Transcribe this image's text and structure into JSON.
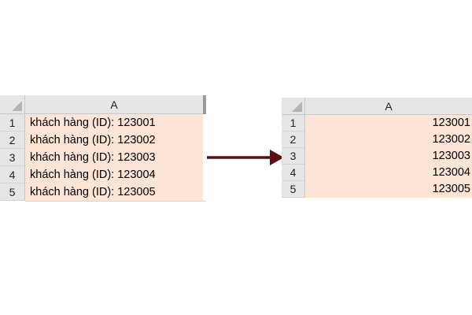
{
  "left_sheet": {
    "column_header": "A",
    "rows": [
      {
        "num": "1",
        "value": "khách hàng (ID): 123001"
      },
      {
        "num": "2",
        "value": "khách hàng (ID): 123002"
      },
      {
        "num": "3",
        "value": "khách hàng (ID): 123003"
      },
      {
        "num": "4",
        "value": "khách hàng (ID): 123004"
      },
      {
        "num": "5",
        "value": "khách hàng (ID): 123005"
      }
    ]
  },
  "right_sheet": {
    "column_header": "A",
    "rows": [
      {
        "num": "1",
        "value": "123001"
      },
      {
        "num": "2",
        "value": "123002"
      },
      {
        "num": "3",
        "value": "123003"
      },
      {
        "num": "4",
        "value": "123004"
      },
      {
        "num": "5",
        "value": "123005"
      }
    ]
  },
  "colors": {
    "cell_fill": "#fce4d6",
    "header_fill": "#e6e6e6",
    "arrow": "#5a0f14"
  }
}
